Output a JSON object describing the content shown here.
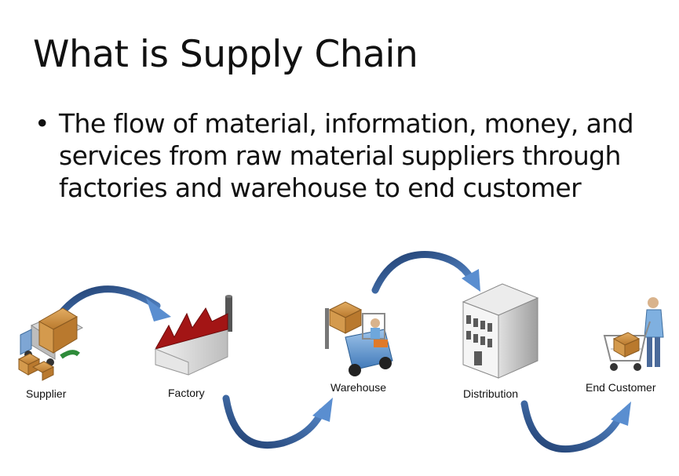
{
  "slide": {
    "title": "What is Supply Chain",
    "bullet": "The flow of material, information, money, and services from raw material suppliers through factories and warehouse to end customer"
  },
  "nodes": [
    {
      "id": "supplier",
      "label": "Supplier",
      "icon": "delivery-truck-icon"
    },
    {
      "id": "factory",
      "label": "Factory",
      "icon": "factory-icon"
    },
    {
      "id": "warehouse",
      "label": "Warehouse",
      "icon": "forklift-icon"
    },
    {
      "id": "distribution",
      "label": "Distribution",
      "icon": "building-icon"
    },
    {
      "id": "end_customer",
      "label": "End Customer",
      "icon": "shopping-cart-icon"
    }
  ],
  "colors": {
    "arrow_dark": "#1f3d6e",
    "arrow_light": "#5a8ed0",
    "factory_roof": "#a31515",
    "box": "#c98a3c"
  }
}
